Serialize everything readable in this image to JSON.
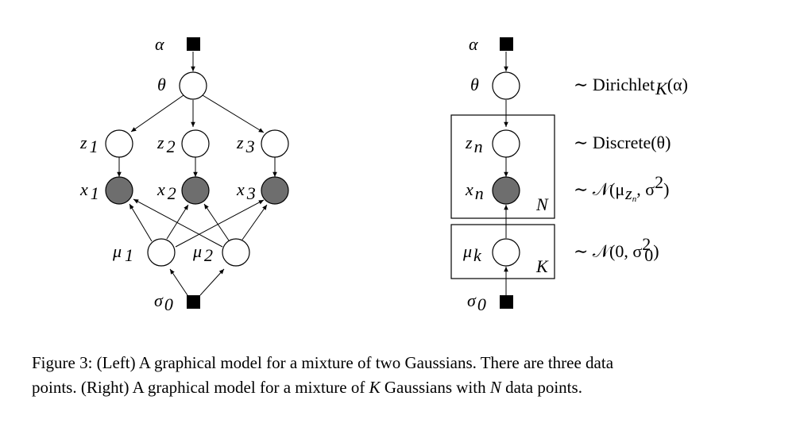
{
  "left_model": {
    "alpha_label": "α",
    "theta_label": "θ",
    "z_labels": [
      {
        "base": "z",
        "sub": "1"
      },
      {
        "base": "z",
        "sub": "2"
      },
      {
        "base": "z",
        "sub": "3"
      }
    ],
    "x_labels": [
      {
        "base": "x",
        "sub": "1"
      },
      {
        "base": "x",
        "sub": "2"
      },
      {
        "base": "x",
        "sub": "3"
      }
    ],
    "mu_labels": [
      {
        "base": "μ",
        "sub": "1"
      },
      {
        "base": "μ",
        "sub": "2"
      }
    ],
    "sigma_label": {
      "base": "σ",
      "sub": "0"
    }
  },
  "right_model": {
    "alpha_label": "α",
    "theta_label": "θ",
    "z_label": {
      "base": "z",
      "sub": "n"
    },
    "x_label": {
      "base": "x",
      "sub": "n"
    },
    "mu_label": {
      "base": "μ",
      "sub": "k"
    },
    "sigma_label": {
      "base": "σ",
      "sub": "0"
    },
    "plate_N_label": "N",
    "plate_K_label": "K",
    "dist_theta": {
      "prefix": "∼ Dirichlet",
      "sub": "K",
      "suffix": "(α)"
    },
    "dist_z": "∼ Discrete(θ)",
    "dist_x": {
      "prefix": "∼ 𝒩(μ",
      "sub": "z",
      "subsub": "n",
      "suffix": ", σ",
      "sup": "2",
      "close": ")"
    },
    "dist_mu": {
      "prefix": "∼ 𝒩(0, σ",
      "sup": "2",
      "sub": "0",
      "close": ")"
    }
  },
  "caption": {
    "line1": "Figure 3: (Left) A graphical model for a mixture of two Gaussians. There are three data",
    "line2_a": "points. (Right) A graphical model for a mixture of ",
    "line2_K": "K",
    "line2_b": " Gaussians with ",
    "line2_N": "N",
    "line2_c": " data points."
  },
  "colors": {
    "observed_node": "#6e6e6e",
    "open_node": "#ffffff",
    "ink": "#000000"
  }
}
